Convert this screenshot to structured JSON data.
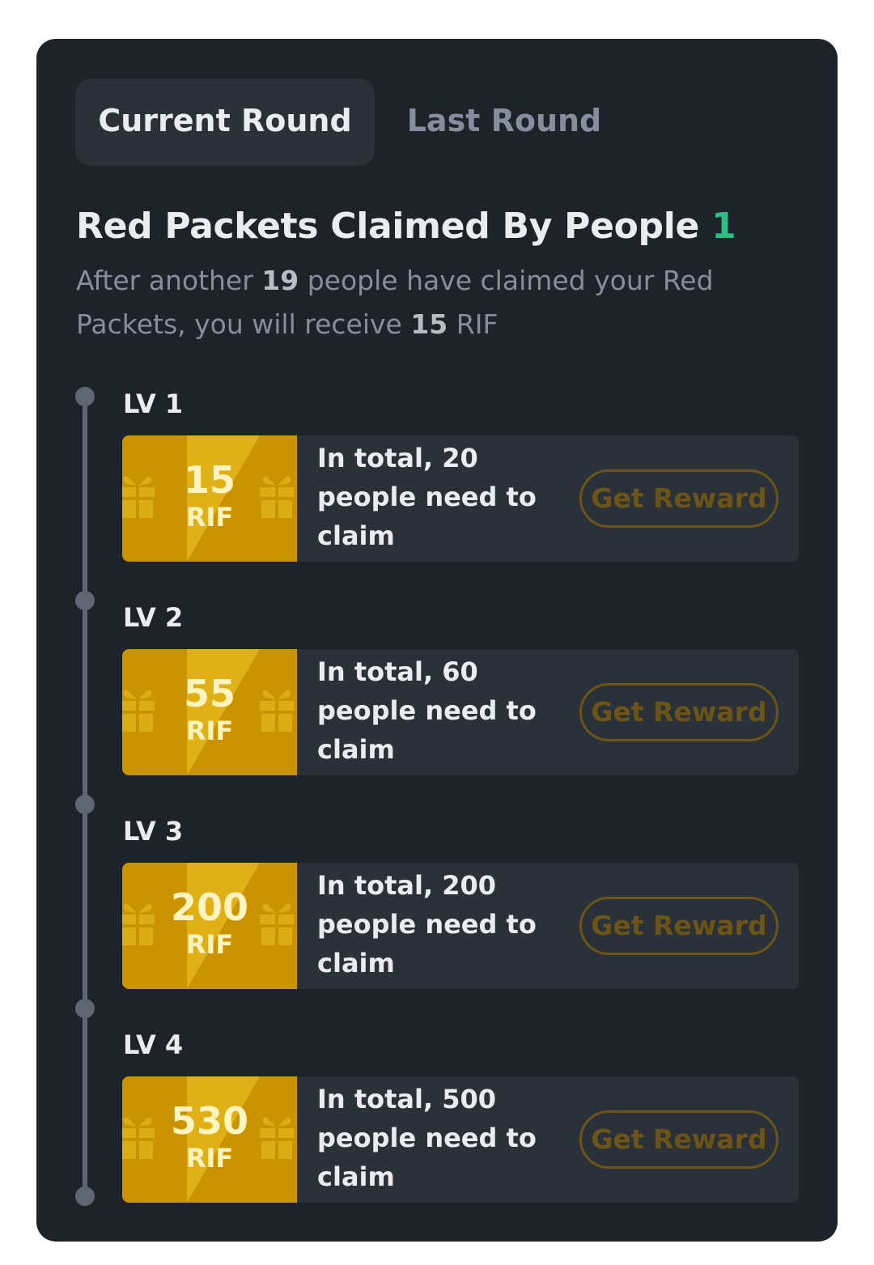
{
  "tabs": [
    {
      "label": "Current Round",
      "active": true
    },
    {
      "label": "Last Round",
      "active": false
    }
  ],
  "summary": {
    "title": "Red Packets Claimed By People",
    "claimed_count": "1",
    "desc_prefix": "After another",
    "remaining_people": "19",
    "desc_middle": "people have claimed your Red Packets, you will receive",
    "reward_amount": "15",
    "reward_unit": "RIF"
  },
  "levels": [
    {
      "label": "LV 1",
      "amount": "15",
      "unit": "RIF",
      "requirement": "In total, 20 people need to claim",
      "button": "Get Reward"
    },
    {
      "label": "LV 2",
      "amount": "55",
      "unit": "RIF",
      "requirement": "In total, 60 people need to claim",
      "button": "Get Reward"
    },
    {
      "label": "LV 3",
      "amount": "200",
      "unit": "RIF",
      "requirement": "In total, 200 people need to claim",
      "button": "Get Reward"
    },
    {
      "label": "LV 4",
      "amount": "530",
      "unit": "RIF",
      "requirement": "In total, 500 people need to claim",
      "button": "Get Reward"
    }
  ],
  "colors": {
    "card_bg": "#1e2329",
    "accent_gold": "#c99400",
    "count_green": "#2ebd85",
    "disabled_gold": "#6b5417"
  },
  "icons": [
    "gift-icon"
  ]
}
